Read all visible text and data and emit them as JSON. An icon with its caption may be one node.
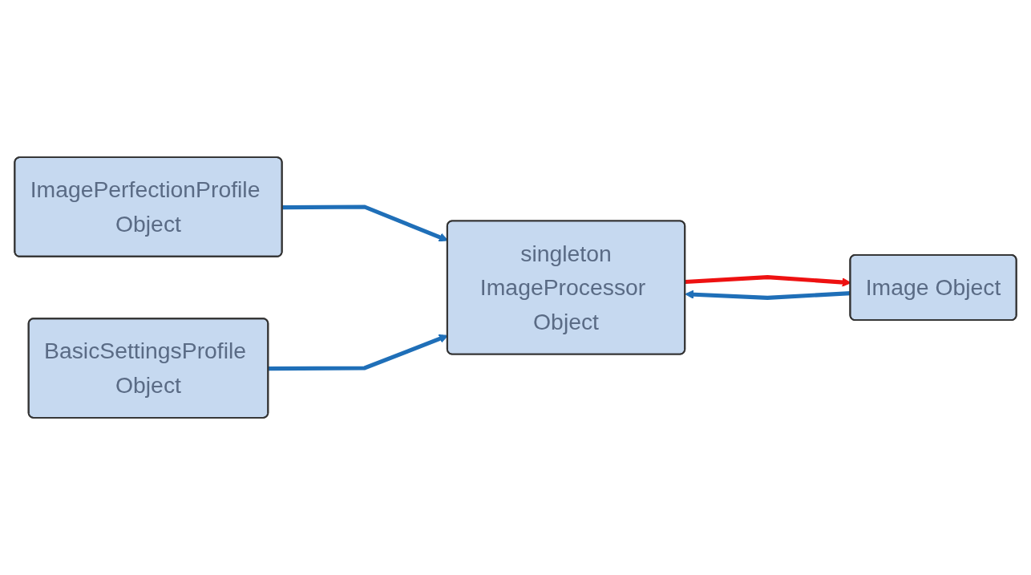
{
  "diagram": {
    "nodes": [
      {
        "text": [
          "singleton",
          "ImageProcessor Object"
        ]
      },
      {
        "text": [
          "Image Object"
        ]
      },
      {
        "text": [
          "ImagePerfectionProfile Object"
        ]
      },
      {
        "text": [
          "BasicSettingsProfile Object"
        ]
      }
    ],
    "edges": [
      {
        "from": 0,
        "to": 1,
        "arrow": "to",
        "color": "#ee1111"
      },
      {
        "from": 1,
        "to": 0,
        "arrow": "to"
      },
      {
        "from": 2,
        "to": 0,
        "arrow": "to"
      },
      {
        "from": 3,
        "to": 0,
        "arrow": "to"
      }
    ]
  }
}
